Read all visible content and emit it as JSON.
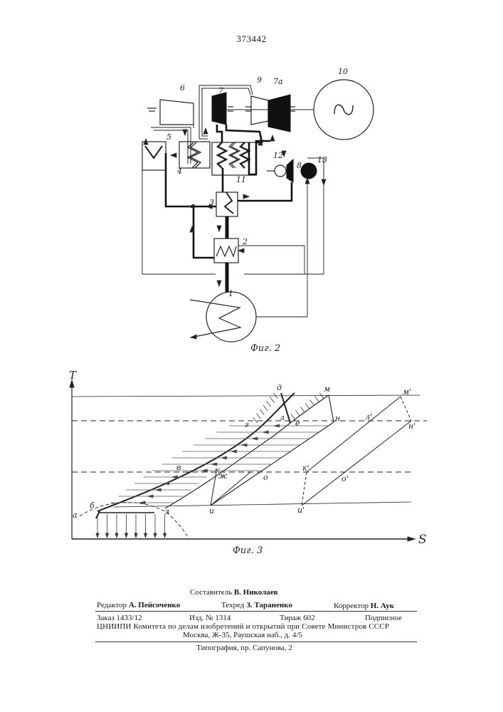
{
  "document": {
    "patent_number": "373442"
  },
  "figure2": {
    "caption": "Фиг. 2",
    "labels": {
      "l1": "1",
      "l2": "2",
      "l3": "3",
      "l4": "4",
      "l5": "5",
      "l6": "6",
      "l7": "7",
      "l7a": "7а",
      "l8": "8",
      "l9": "9",
      "l10": "10",
      "l11": "11",
      "l12": "12",
      "l13": "13"
    },
    "generator_symbol": "~"
  },
  "figure3": {
    "caption": "Фиг. 3",
    "axis_y": "T",
    "axis_x": "S",
    "points": {
      "a": "а",
      "b": "б",
      "v": "в",
      "g": "г",
      "d": "д",
      "e": "е",
      "zh": "ж",
      "z": "з",
      "i": "и",
      "k": "к",
      "l": "л",
      "m": "м",
      "n": "н",
      "o": "о",
      "l_prime": "л'",
      "m_prime": "м'",
      "n_prime": "н'",
      "k_prime": "к'",
      "o_prime": "о'",
      "i_prime": "и'"
    }
  },
  "credits": {
    "compiler_label": "Составитель",
    "compiler_name": "В. Николаев",
    "editor_label": "Редактор",
    "editor_name": "А. Пейсоченко",
    "techred_label": "Техред",
    "techred_name": "З. Тараненко",
    "corrector_label": "Корректор",
    "corrector_name": "Н. Аук"
  },
  "imprint": {
    "order": "Заказ 1433/12",
    "edition": "Изд. № 1314",
    "circulation": "Тираж 602",
    "subscription": "Подписное",
    "org_line": "ЦНИИПИ Комитета по делам изобретений и открытий при Совете Министров СССР",
    "address": "Москва, Ж-35, Раушская наб., д. 4/5",
    "printer": "Типография, пр. Сапунова, 2"
  }
}
